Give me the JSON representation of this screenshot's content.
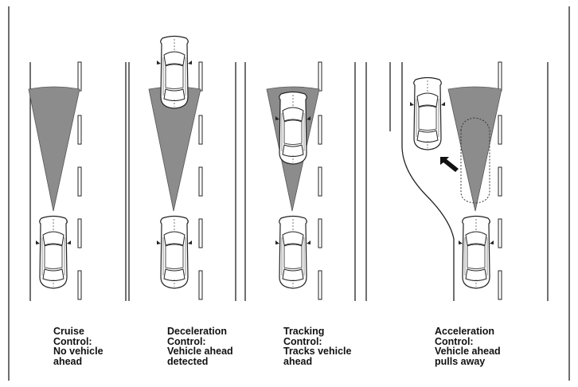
{
  "panels": [
    {
      "id": "cruise",
      "caption": [
        "Cruise",
        "Control:",
        "No vehicle",
        "ahead"
      ]
    },
    {
      "id": "deceleration",
      "caption": [
        "Deceleration",
        "Control:",
        "Vehicle ahead",
        "detected"
      ]
    },
    {
      "id": "tracking",
      "caption": [
        "Tracking",
        "Control:",
        "Tracks vehicle",
        "ahead"
      ]
    },
    {
      "id": "acceleration",
      "caption": [
        "Acceleration",
        "Control:",
        "Vehicle ahead",
        "pulls away"
      ]
    }
  ],
  "colors": {
    "line": "#222222",
    "radar_fill": "#8c8c8c",
    "car_fill": "#ffffff"
  },
  "icons": [
    "car-icon",
    "radar-beam",
    "arrow-icon"
  ]
}
